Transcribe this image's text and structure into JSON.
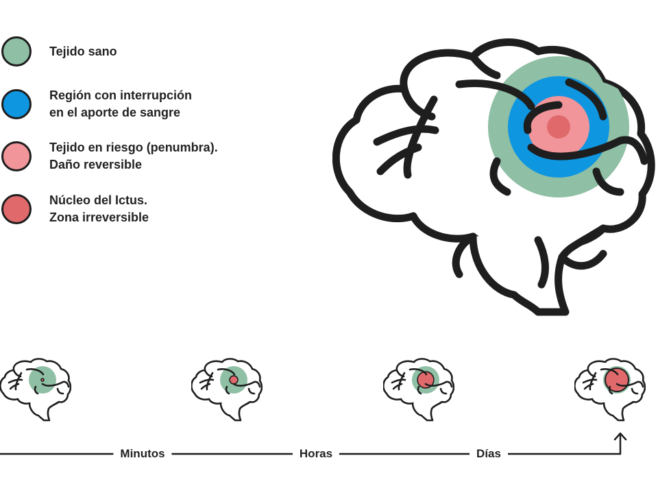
{
  "colors": {
    "healthy": "#8fbfa4",
    "interruption": "#0f96e0",
    "penumbra": "#f1959a",
    "core": "#e0696c",
    "outline": "#1e1e1e"
  },
  "legend": [
    {
      "label": "Tejido sano",
      "color": "#8fbfa4"
    },
    {
      "label": "Región con interrupción\nen el aporte de sangre",
      "color": "#0f96e0"
    },
    {
      "label": "Tejido en riesgo (penumbra).\nDaño reversible",
      "color": "#f1959a"
    },
    {
      "label": "Núcleo del Ictus.\nZona irreversible",
      "color": "#e0696c"
    }
  ],
  "timeline": {
    "labels": [
      "Minutos",
      "Horas",
      "Días"
    ],
    "arrow_icon": "arrow-up-icon"
  },
  "stages": [
    {
      "name": "stage-minutes",
      "core_fraction": 0.08
    },
    {
      "name": "stage-hours-early",
      "core_fraction": 0.35
    },
    {
      "name": "stage-hours-late",
      "core_fraction": 0.7
    },
    {
      "name": "stage-days",
      "core_fraction": 1.0
    }
  ]
}
